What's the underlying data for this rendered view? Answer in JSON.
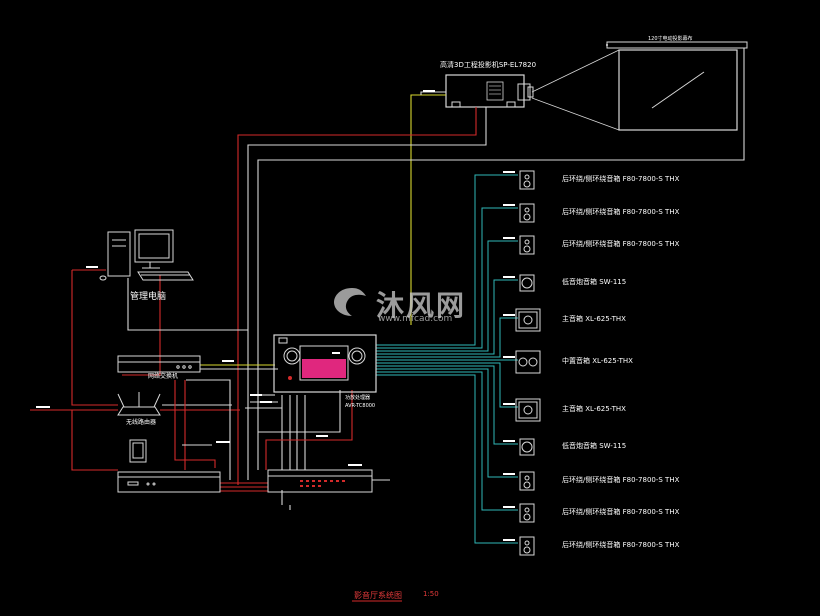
{
  "projector_label": "高清3D工程投影机SP-EL7820",
  "screen_label": "120寸电动投影幕布",
  "computer_label": "管理电脑",
  "switch_label": "网络交换机",
  "router_label": "无线路由器",
  "amp_label": "功放处理器",
  "amp_model": "AVR-TC8000",
  "speakers": [
    {
      "label": "后环绕/侧环绕音箱 F80-7800-S THX",
      "icon": "wall-speaker-icon"
    },
    {
      "label": "后环绕/侧环绕音箱 F80-7800-S THX",
      "icon": "wall-speaker-icon"
    },
    {
      "label": "后环绕/侧环绕音箱 F80-7800-S THX",
      "icon": "wall-speaker-icon"
    },
    {
      "label": "低音炮音箱 SW-115",
      "icon": "subwoofer-icon"
    },
    {
      "label": "主音箱 XL-625-THX",
      "icon": "main-speaker-icon"
    },
    {
      "label": "中置音箱 XL-625-THX",
      "icon": "center-speaker-icon"
    },
    {
      "label": "主音箱 XL-625-THX",
      "icon": "main-speaker-icon"
    },
    {
      "label": "低音炮音箱 SW-115",
      "icon": "subwoofer-icon"
    },
    {
      "label": "后环绕/侧环绕音箱 F80-7800-S THX",
      "icon": "wall-speaker-icon"
    },
    {
      "label": "后环绕/侧环绕音箱 F80-7800-S THX",
      "icon": "wall-speaker-icon"
    },
    {
      "label": "后环绕/侧环绕音箱 F80-7800-S THX",
      "icon": "wall-speaker-icon"
    }
  ],
  "watermark": "沐风网",
  "watermark_url": "www.mfcad.com",
  "title": "影音厅系统图",
  "scale": "1:50",
  "colors": {
    "red": "#d42a2a",
    "cyan": "#2fb7b7",
    "yellow": "#d8d830",
    "white": "#d8d8d8",
    "magenta": "#e0277e"
  }
}
